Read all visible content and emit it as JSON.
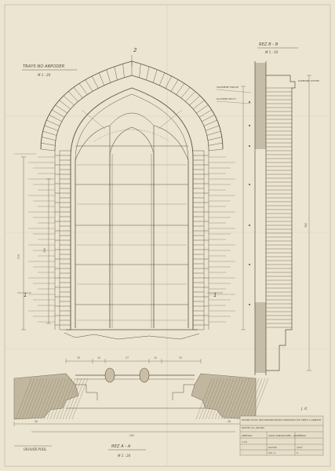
{
  "titles": {
    "main_view": "TRAYS NO ABPODER",
    "main_scale": "M 1 : 20",
    "section_bb": "REZ B - B",
    "section_bb_scale": "M 1 : 20",
    "section_aa": "REZ A - A",
    "section_aa_scale": "M 1 : 20",
    "ground_label": "ÚROVEŇ PODL."
  },
  "markers": {
    "top_axis": "2",
    "left_cut": "1",
    "right_cut": "1"
  },
  "dimensions": {
    "window_height_left": "375",
    "window_height_inner": "280",
    "right_total": "362",
    "bottom_total": "292",
    "bottom_left": "26",
    "bottom_right": "26",
    "plan_segments": [
      "33",
      "15",
      "27",
      "15",
      "33"
    ]
  },
  "notes": {
    "glass_note_1": "SKLENĚNÉ TABULE",
    "glass_note_2": "OLOVĚNÉ PRUTY",
    "right_note": "KAMENNÉ OSTĚNÍ"
  },
  "title_block": {
    "org": "STÁTNÍ ÚSTAV PRO REKONSTRUKCI PAMÁTKOVÝCH MĚST A OBJEKTŮ",
    "project": "KOSTEL SV. JAKUBA",
    "drawing": "OKNO PRESBYTÁŘE - ZAMĚŘENÍ",
    "scale_label": "MĚŘÍTKO",
    "scale_value": "1:20",
    "date_label": "DATUM",
    "date_value": "1957",
    "sheet_label": "ČÍS. V.",
    "sheet_value": "5",
    "signature": "J. K."
  }
}
